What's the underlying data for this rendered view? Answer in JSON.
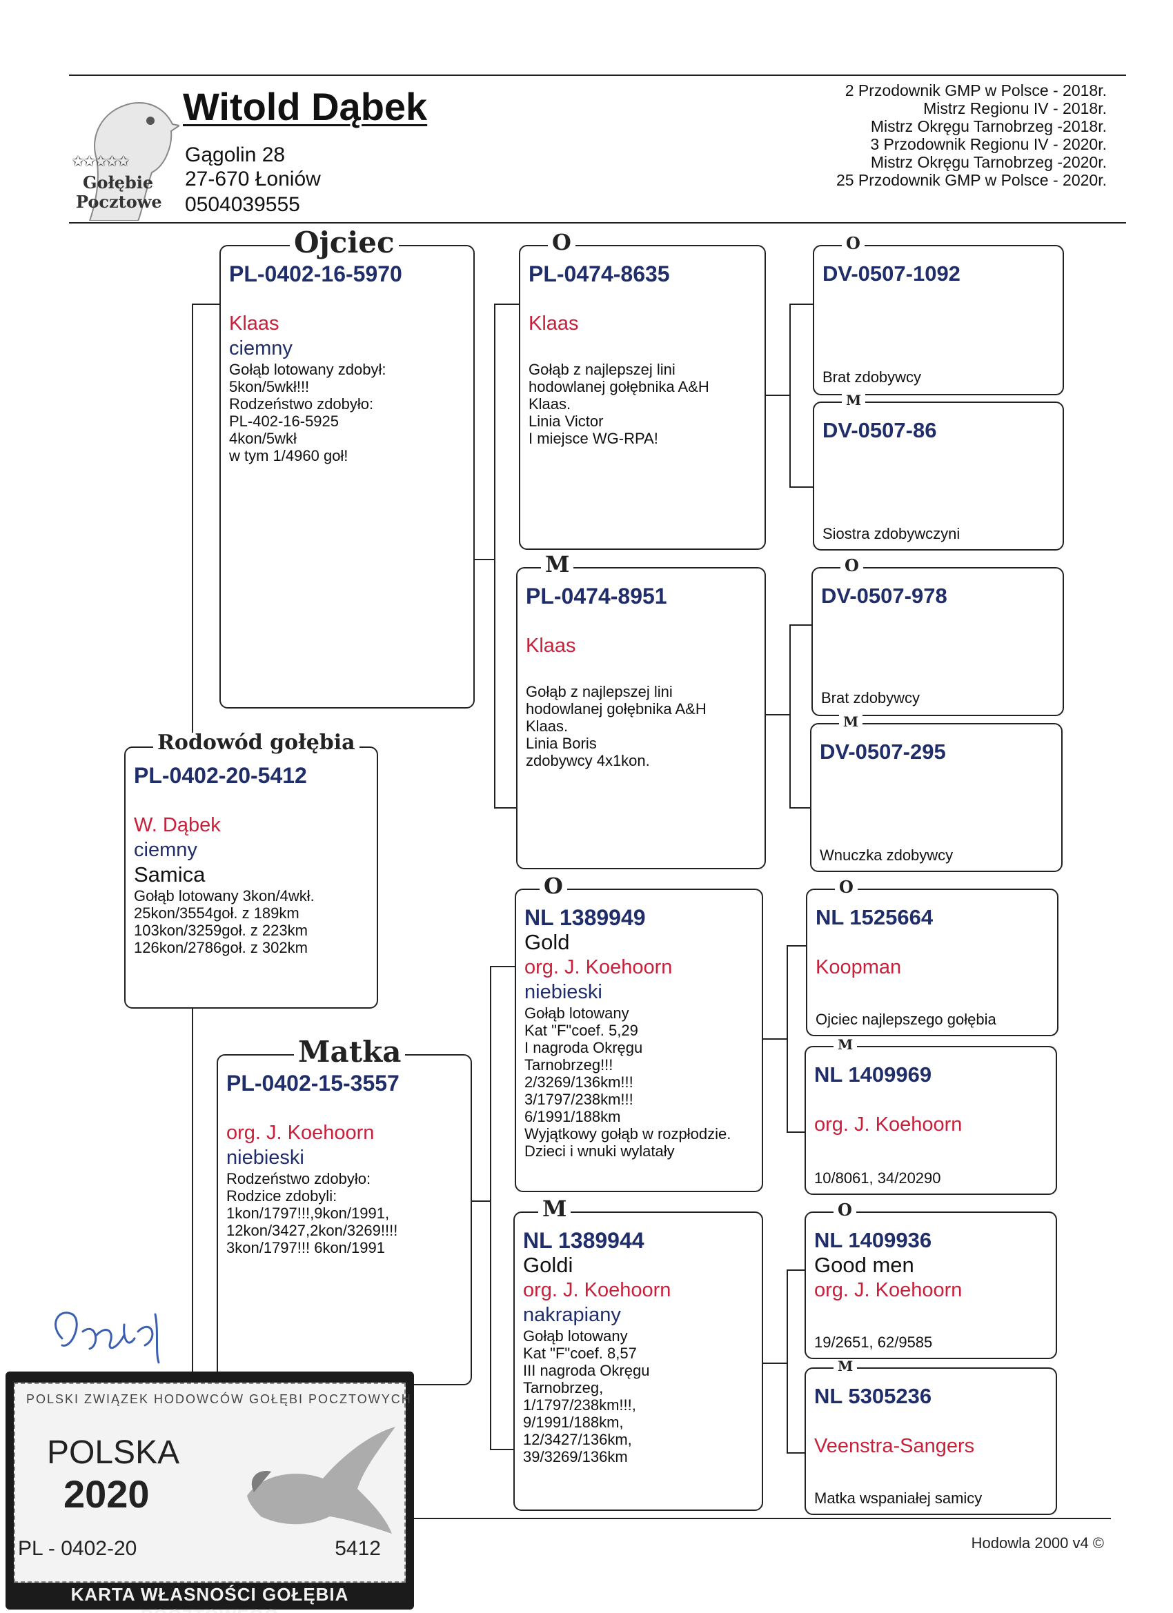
{
  "owner": {
    "name": "Witold Dąbek",
    "address1": "Gągolin 28",
    "address2": "27-670 Łoniów",
    "phone": "0504039555"
  },
  "logo": {
    "stars": "✩✩✩✩✩",
    "line1": "Gołębie",
    "line2": "Pocztowe"
  },
  "awards": [
    "2 Przodownik GMP w Polsce - 2018r.",
    "Mistrz Regionu IV  - 2018r.",
    "Mistrz Okręgu Tarnobrzeg -2018r.",
    "3 Przodownik Regionu IV - 2020r.",
    "Mistrz Okręgu Tarnobrzeg -2020r.",
    "25 Przodownik GMP w Polsce - 2020r."
  ],
  "subject": {
    "title": "Rodowód gołębia",
    "ring": "PL-0402-20-5412",
    "breeder": "W. Dąbek",
    "color": "ciemny",
    "sex": "Samica",
    "desc": "Gołąb lotowany 3kon/4wkł.\n25kon/3554goł. z 189km\n103kon/3259goł. z 223km\n126kon/2786goł. z 302km"
  },
  "father": {
    "title": "Ojciec",
    "ring": "PL-0402-16-5970",
    "breeder": "Klaas",
    "color": "ciemny",
    "desc": "Gołąb lotowany zdobył:\n5kon/5wkł!!!\nRodzeństwo zdobyło:\nPL-402-16-5925\n4kon/5wkł\nw tym 1/4960 goł!"
  },
  "mother": {
    "title": "Matka",
    "ring": "PL-0402-15-3557",
    "breeder": "org. J. Koehoorn",
    "color": "niebieski",
    "desc": "Rodzeństwo zdobyło:\nRodzice zdobyli:\n1kon/1797!!!,9kon/1991,\n12kon/3427,2kon/3269!!!!\n3kon/1797!!! 6kon/1991"
  },
  "ff": {
    "title": "O",
    "ring": "PL-0474-8635",
    "breeder": "Klaas",
    "desc": "Gołąb z najlepszej lini\nhodowlanej gołębnika A&H\nKlaas.\nLinia Victor\nI miejsce WG-RPA!"
  },
  "fm": {
    "title": "M",
    "ring": "PL-0474-8951",
    "breeder": "Klaas",
    "desc": "Gołąb z najlepszej lini\nhodowlanej gołębnika A&H\nKlaas.\nLinia Boris\nzdobywcy 4x1kon."
  },
  "mf": {
    "title": "O",
    "ring": "NL 1389949",
    "name": "Gold",
    "breeder": "org. J. Koehoorn",
    "color": "niebieski",
    "desc": "Gołąb lotowany\nKat \"F\"coef. 5,29\nI nagroda Okręgu\nTarnobrzeg!!!\n2/3269/136km!!!\n3/1797/238km!!!\n6/1991/188km\nWyjątkowy gołąb w rozpłodzie.\nDzieci i wnuki wylatały"
  },
  "mm": {
    "title": "M",
    "ring": "NL 1389944",
    "name": "Goldi",
    "breeder": "org. J. Koehoorn",
    "color": "nakrapiany",
    "desc": "Gołąb lotowany\nKat \"F\"coef. 8,57\nIII nagroda Okręgu\nTarnobrzeg,\n1/1797/238km!!!,\n9/1991/188km,\n12/3427/136km,\n39/3269/136km"
  },
  "gg": [
    {
      "title": "O",
      "ring": "DV-0507-1092",
      "name": "",
      "breeder": "",
      "desc": "Brat zdobywcy"
    },
    {
      "title": "M",
      "ring": "DV-0507-86",
      "name": "",
      "breeder": "",
      "desc": "Siostra zdobywczyni"
    },
    {
      "title": "O",
      "ring": "DV-0507-978",
      "name": "",
      "breeder": "",
      "desc": "Brat zdobywcy"
    },
    {
      "title": "M",
      "ring": "DV-0507-295",
      "name": "",
      "breeder": "",
      "desc": "Wnuczka zdobywcy"
    },
    {
      "title": "O",
      "ring": "NL 1525664",
      "name": "",
      "breeder": "Koopman",
      "desc": "Ojciec najlepszego gołębia"
    },
    {
      "title": "M",
      "ring": "NL 1409969",
      "name": "",
      "breeder": "org. J. Koehoorn",
      "desc": "10/8061, 34/20290"
    },
    {
      "title": "O",
      "ring": "NL 1409936",
      "name": "Good men",
      "breeder": "org. J. Koehoorn",
      "desc": "19/2651, 62/9585"
    },
    {
      "title": "M",
      "ring": "NL 5305236",
      "name": "",
      "breeder": "Veenstra-Sangers",
      "desc": "Matka wspaniałej samicy"
    }
  ],
  "signature": "Dąbek",
  "card": {
    "org": "POLSKI ZWIĄZEK HODOWCÓW GOŁĘBI POCZTOWYCH",
    "country": "POLSKA",
    "year": "2020",
    "ring_left": "PL - 0402-20",
    "ring_right": "5412",
    "footer": "KARTA WŁASNOŚCI GOŁĘBIA POCZTOWEGO"
  },
  "software": "Hodowla 2000 v4 ©",
  "colors": {
    "ring_blue": "#1f2d6b",
    "breeder_red": "#c8203a",
    "line": "#222222"
  }
}
